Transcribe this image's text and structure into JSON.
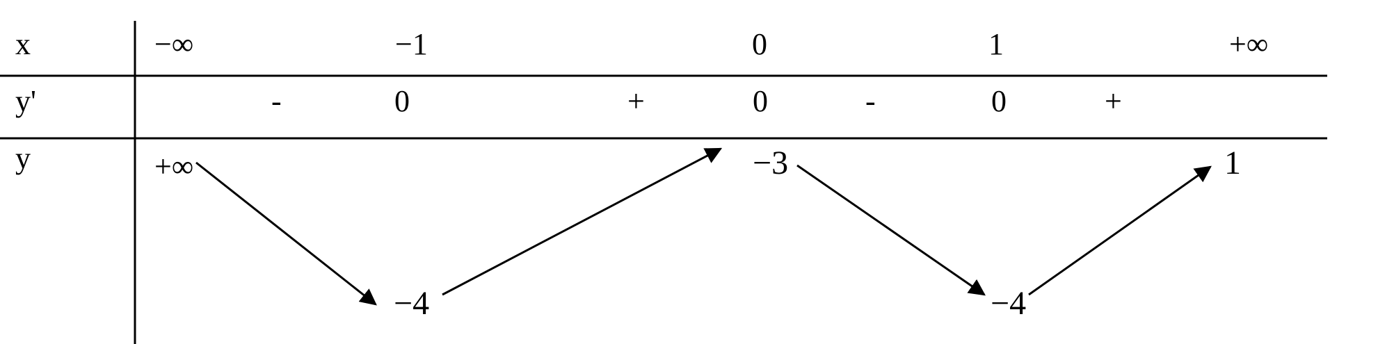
{
  "row_labels": {
    "x": "x",
    "dy": "y'",
    "y": "y"
  },
  "x_values": [
    "−∞",
    "−1",
    "0",
    "1",
    "+∞"
  ],
  "derivative_signs": [
    "-",
    "0",
    "+",
    "0",
    "-",
    "0",
    "+"
  ],
  "y_values": {
    "start": "+∞",
    "min1": "−4",
    "max": "−3",
    "min2": "−4",
    "end": "1"
  }
}
